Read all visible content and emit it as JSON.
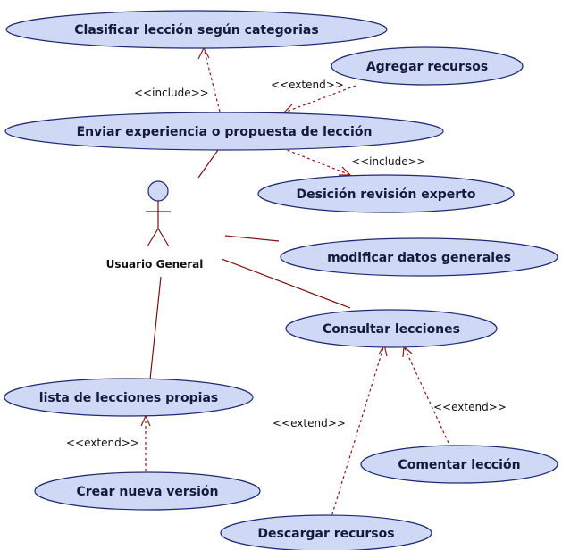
{
  "actor": {
    "name": "Usuario General"
  },
  "use_cases": {
    "clasificar": "Clasificar lección según categorias",
    "agregar_recursos": "Agregar recursos",
    "enviar_experiencia": "Enviar experiencia o propuesta de lección",
    "desicion_revision": "Desición revisión experto",
    "modificar_datos": "modificar datos generales",
    "consultar_lecciones": "Consultar lecciones",
    "lista_lecciones": "lista de lecciones propias",
    "comentar_leccion": "Comentar lección",
    "crear_version": "Crear nueva versión",
    "descargar_recursos": "Descargar recursos"
  },
  "relations": {
    "include_clasificar": "<<include>>",
    "extend_agregar": "<<extend>>",
    "include_desicion": "<<include>>",
    "extend_descargar": "<<extend>>",
    "extend_comentar": "<<extend>>",
    "extend_crear": "<<extend>>"
  },
  "colors": {
    "usecase_fill": "#cfd8f5",
    "usecase_stroke": "#1f2a72",
    "line": "#7a1010"
  }
}
